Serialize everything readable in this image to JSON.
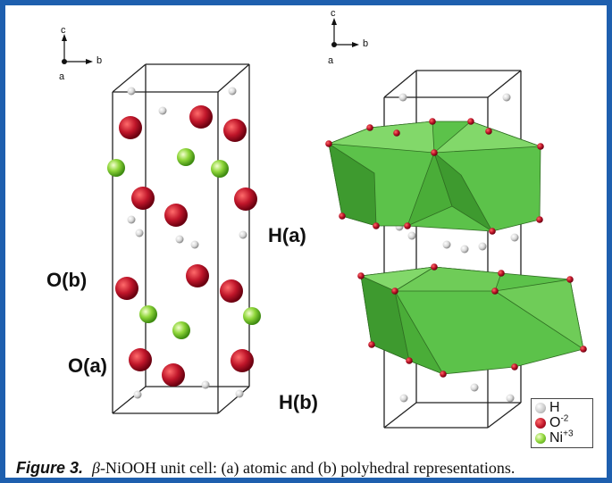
{
  "panel_a": {
    "axis": {
      "c": "c",
      "b": "b",
      "a": "a"
    },
    "labels": {
      "h_a": "H(a)",
      "o_b": "O(b)",
      "o_a": "O(a)",
      "h_b": "H(b)"
    }
  },
  "panel_b": {
    "axis": {
      "c": "c",
      "b": "b",
      "a": "a"
    }
  },
  "legend": {
    "h": {
      "label": "H",
      "sup": ""
    },
    "o": {
      "label": "O",
      "sup": "-2"
    },
    "ni": {
      "label": "Ni",
      "sup": "+3"
    }
  },
  "colors": {
    "border": "#1e5fae",
    "oxygen": "#c0162a",
    "nickel": "#8fd63a",
    "hydrogen": "#d8d8d8",
    "polyhedron": "#5cc24a"
  },
  "caption": {
    "figure_number": "Figure 3.",
    "beta": "β",
    "text": "-NiOOH unit cell: (a) atomic and (b) polyhedral representations."
  }
}
